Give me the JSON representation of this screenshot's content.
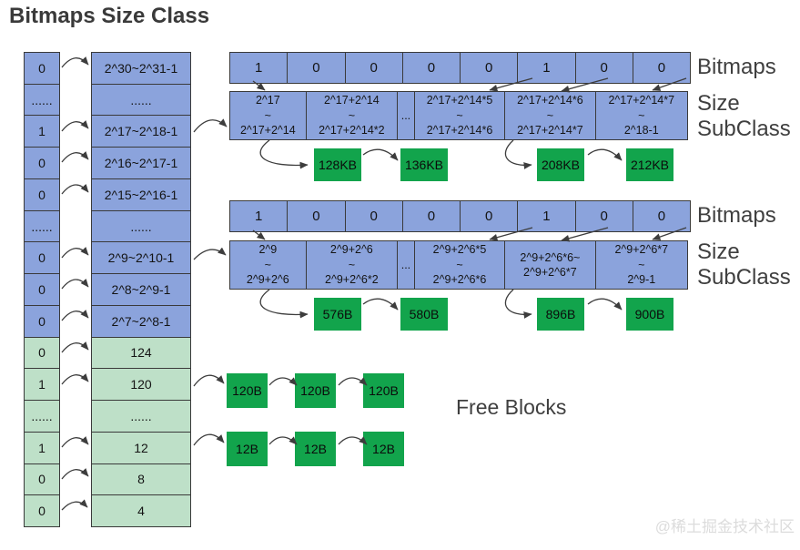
{
  "title": "Bitmaps Size Class",
  "palette": {
    "blue_cell": "#8BA3DC",
    "green_block": "#12A44C",
    "light_green_cell": "#BEE0C8",
    "border": "#3A3A3A",
    "label_text": "#3F3F3F",
    "watermark_text": "#DCDCDC"
  },
  "bit_rows": [
    {
      "v": "0",
      "variant": "blue"
    },
    {
      "v": "......",
      "variant": "blue"
    },
    {
      "v": "1",
      "variant": "blue"
    },
    {
      "v": "0",
      "variant": "blue"
    },
    {
      "v": "0",
      "variant": "blue"
    },
    {
      "v": "......",
      "variant": "blue"
    },
    {
      "v": "0",
      "variant": "blue"
    },
    {
      "v": "0",
      "variant": "blue"
    },
    {
      "v": "0",
      "variant": "blue"
    },
    {
      "v": "0",
      "variant": "green"
    },
    {
      "v": "1",
      "variant": "green"
    },
    {
      "v": "......",
      "variant": "green"
    },
    {
      "v": "1",
      "variant": "green"
    },
    {
      "v": "0",
      "variant": "green"
    },
    {
      "v": "0",
      "variant": "green"
    }
  ],
  "class_rows": [
    {
      "v": "2^30~2^31-1",
      "variant": "blue"
    },
    {
      "v": "......",
      "variant": "blue"
    },
    {
      "v": "2^17~2^18-1",
      "variant": "blue"
    },
    {
      "v": "2^16~2^17-1",
      "variant": "blue"
    },
    {
      "v": "2^15~2^16-1",
      "variant": "blue"
    },
    {
      "v": "......",
      "variant": "blue"
    },
    {
      "v": "2^9~2^10-1",
      "variant": "blue"
    },
    {
      "v": "2^8~2^9-1",
      "variant": "blue"
    },
    {
      "v": "2^7~2^8-1",
      "variant": "blue"
    },
    {
      "v": "124",
      "variant": "green"
    },
    {
      "v": "120",
      "variant": "green"
    },
    {
      "v": "......",
      "variant": "green"
    },
    {
      "v": "12",
      "variant": "green"
    },
    {
      "v": "8",
      "variant": "green"
    },
    {
      "v": "4",
      "variant": "green"
    }
  ],
  "groups": [
    {
      "bitmap_cells": [
        "1",
        "0",
        "0",
        "0",
        "0",
        "1",
        "0",
        "0"
      ],
      "subclass_cells": [
        "2^17\n~\n2^17+2^14",
        "2^17+2^14\n~\n2^17+2^14*2",
        "...",
        "2^17+2^14*5\n~\n2^17+2^14*6",
        "2^17+2^14*6\n~\n2^17+2^14*7",
        "2^17+2^14*7\n~\n2^18-1"
      ],
      "labels": {
        "bitmaps": "Bitmaps",
        "size_subclass": "Size\nSubClass"
      },
      "chain": [
        "128KB",
        "136KB",
        "208KB",
        "212KB"
      ]
    },
    {
      "bitmap_cells": [
        "1",
        "0",
        "0",
        "0",
        "0",
        "1",
        "0",
        "0"
      ],
      "subclass_cells": [
        "2^9\n~\n2^9+2^6",
        "2^9+2^6\n~\n2^9+2^6*2",
        "...",
        "2^9+2^6*5\n~\n2^9+2^6*6",
        "2^9+2^6*6~\n2^9+2^6*7",
        "2^9+2^6*7\n~\n2^9-1"
      ],
      "labels": {
        "bitmaps": "Bitmaps",
        "size_subclass": "Size\nSubClass"
      },
      "chain": [
        "576B",
        "580B",
        "896B",
        "900B"
      ]
    }
  ],
  "free_blocks": {
    "label": "Free Blocks",
    "chain_top": [
      "120B",
      "120B",
      "120B"
    ],
    "chain_bottom": [
      "12B",
      "12B",
      "12B"
    ]
  },
  "watermark": "@稀土掘金技术社区"
}
